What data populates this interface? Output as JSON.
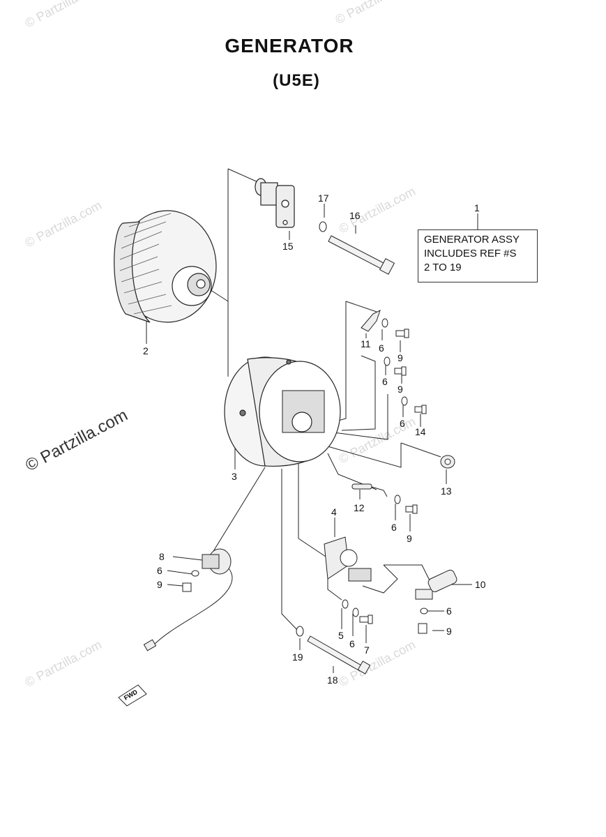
{
  "title": "GENERATOR",
  "subtitle": "(U5E)",
  "note": {
    "ref": "1",
    "lines": [
      "GENERATOR ASSY",
      "INCLUDES REF #S",
      "2 TO 19"
    ]
  },
  "watermarks": {
    "small": "© Partzilla.com",
    "large": "© Partzilla.com"
  },
  "labels": {
    "l1": "1",
    "l2": "2",
    "l3": "3",
    "l4": "4",
    "l5": "5",
    "l6a": "6",
    "l6b": "6",
    "l6c": "6",
    "l6d": "6",
    "l6e": "6",
    "l6f": "6",
    "l6g": "6",
    "l7": "7",
    "l8": "8",
    "l9a": "9",
    "l9b": "9",
    "l9c": "9",
    "l9d": "9",
    "l9e": "9",
    "l10": "10",
    "l11": "11",
    "l12": "12",
    "l13": "13",
    "l14": "14",
    "l15": "15",
    "l16": "16",
    "l17": "17",
    "l18": "18",
    "l19": "19"
  },
  "fwd_mark": "FWD"
}
